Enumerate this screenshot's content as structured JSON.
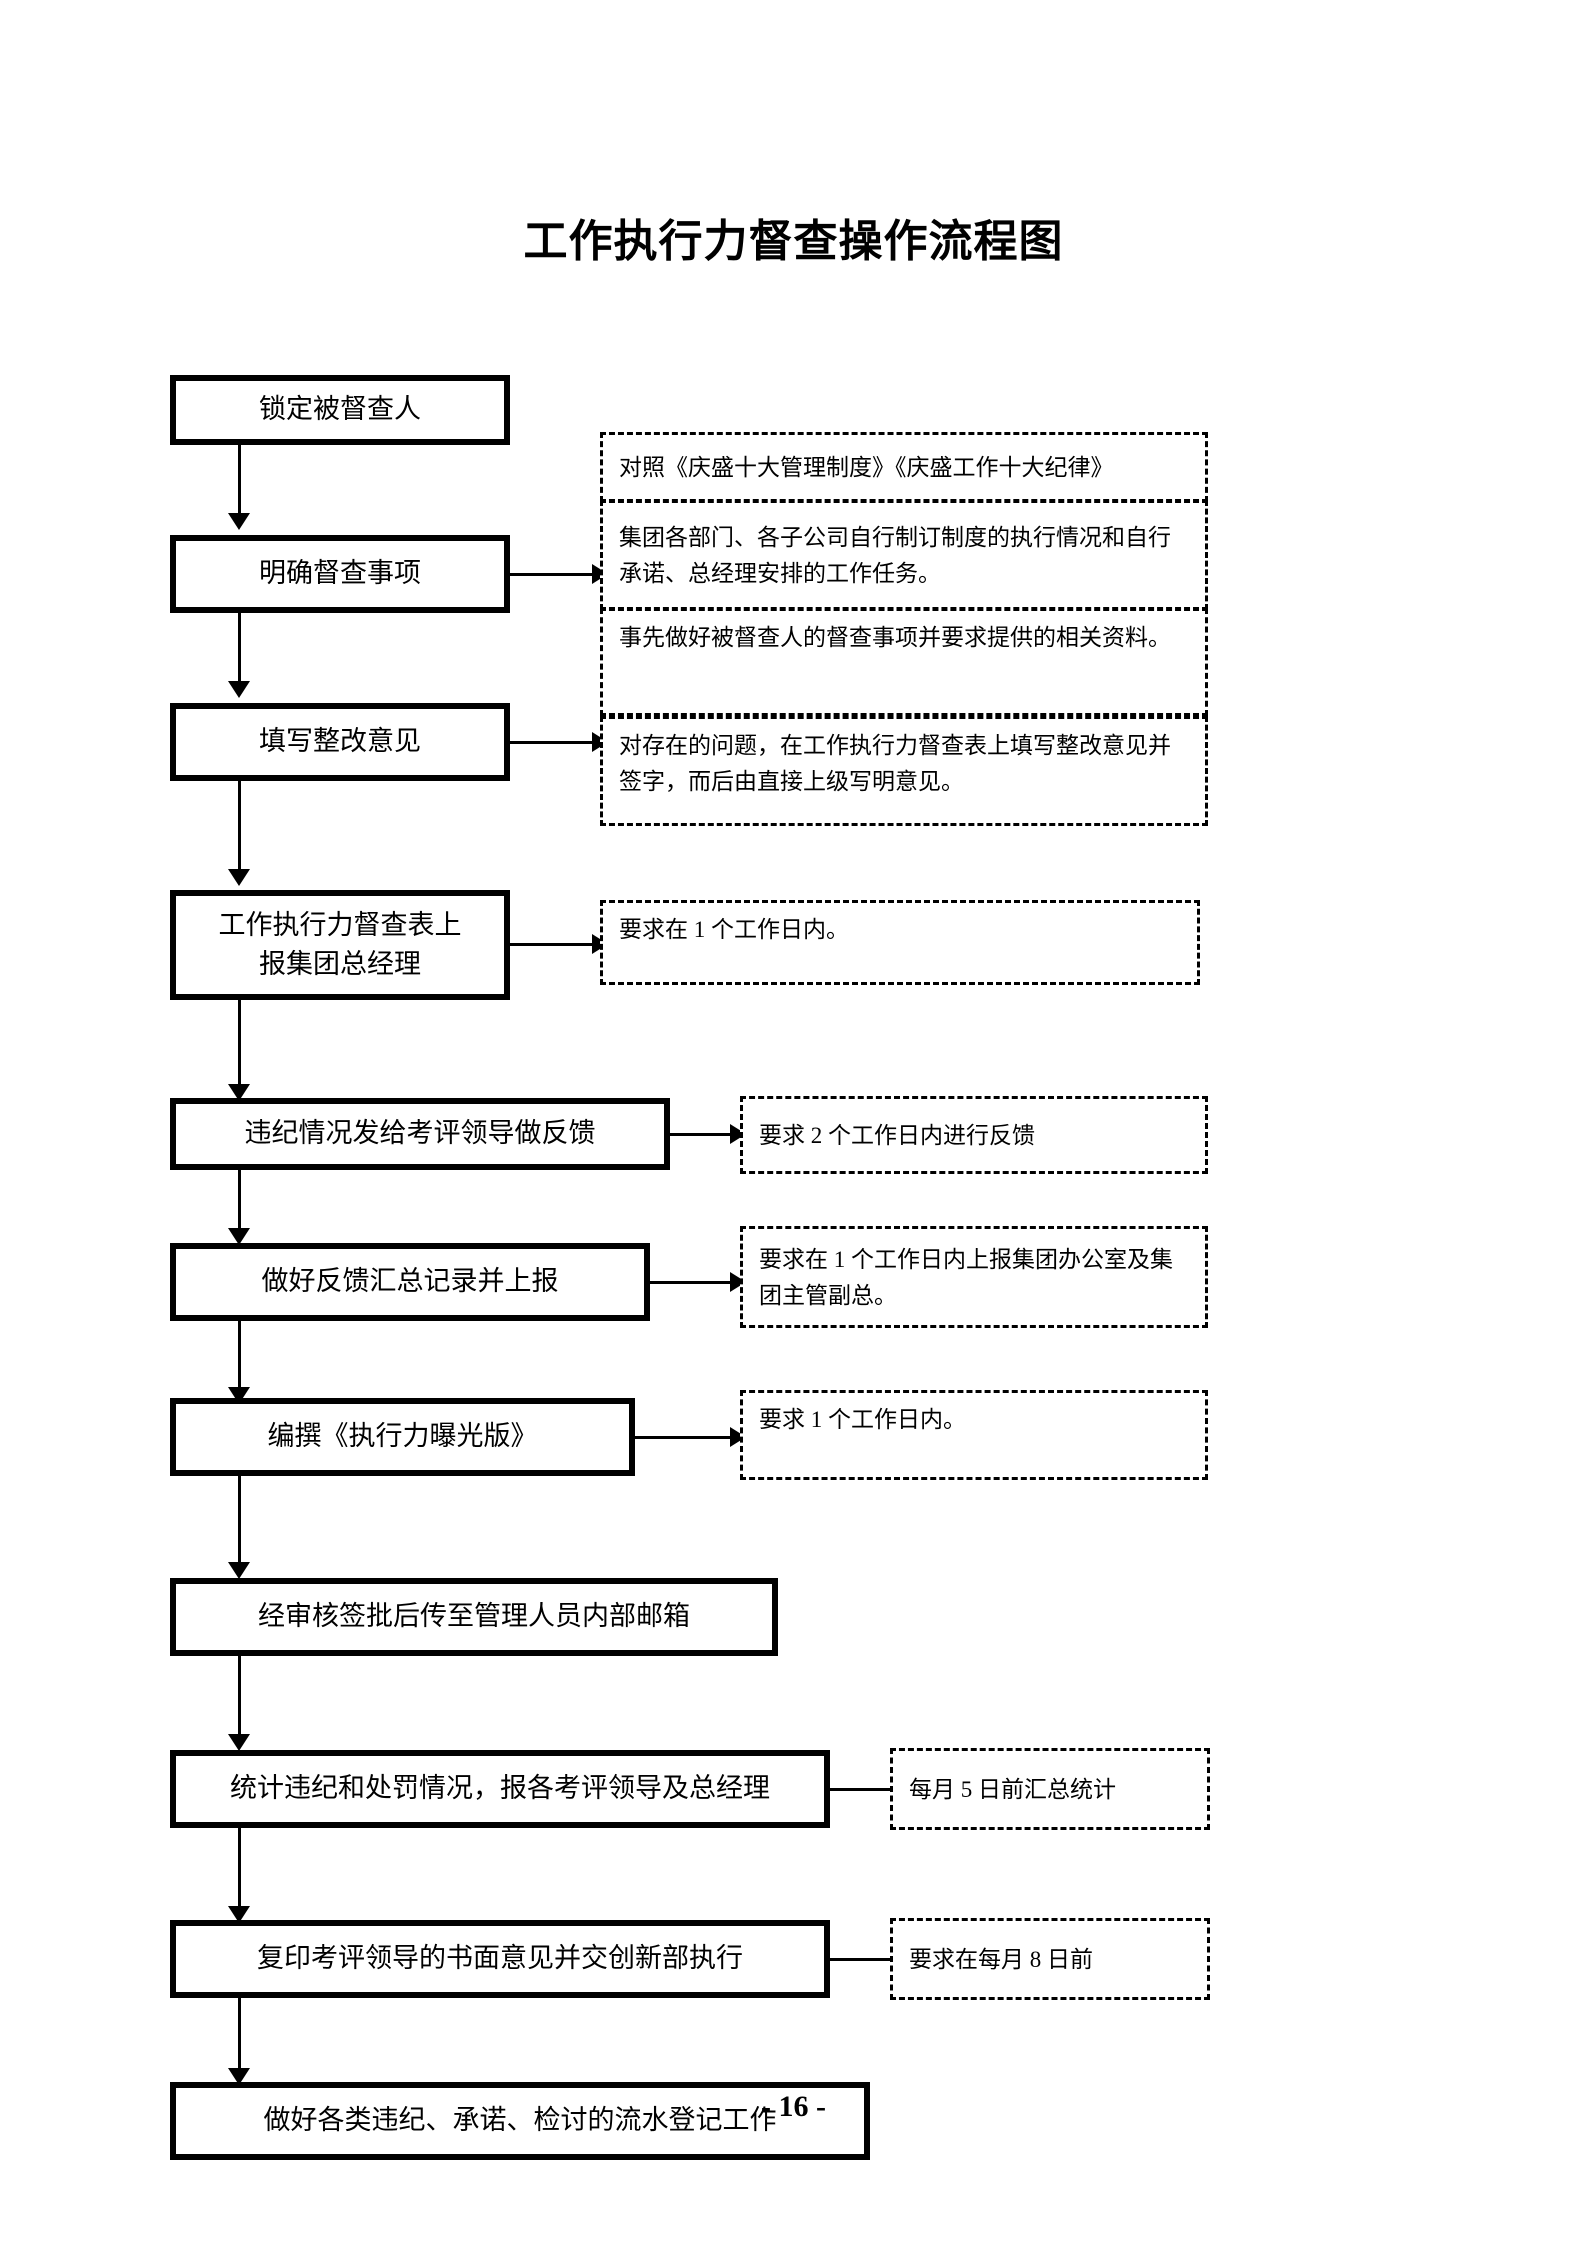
{
  "document": {
    "title": "工作执行力督查操作流程图",
    "page_number": "- 16 -"
  },
  "flow": {
    "steps": [
      {
        "id": "step-1",
        "label": "锁定被督查人"
      },
      {
        "id": "step-2",
        "label": "明确督查事项"
      },
      {
        "id": "step-3",
        "label": "填写整改意见"
      },
      {
        "id": "step-4",
        "label_line1": "工作执行力督查表上",
        "label_line2": "报集团总经理"
      },
      {
        "id": "step-5",
        "label": "违纪情况发给考评领导做反馈"
      },
      {
        "id": "step-6",
        "label": "做好反馈汇总记录并上报"
      },
      {
        "id": "step-7",
        "label": "编撰《执行力曝光版》"
      },
      {
        "id": "step-8",
        "label": "经审核签批后传至管理人员内部邮箱"
      },
      {
        "id": "step-9",
        "label": "统计违纪和处罚情况，报各考评领导及总经理"
      },
      {
        "id": "step-10",
        "label": "复印考评领导的书面意见并交创新部执行"
      },
      {
        "id": "step-11",
        "label": "做好各类违纪、承诺、检讨的流水登记工作"
      }
    ],
    "notes": [
      {
        "id": "note-1",
        "label": "对照《庆盛十大管理制度》《庆盛工作十大纪律》"
      },
      {
        "id": "note-2",
        "label": "集团各部门、各子公司自行制订制度的执行情况和自行承诺、总经理安排的工作任务。"
      },
      {
        "id": "note-3",
        "label": "事先做好被督查人的督查事项并要求提供的相关资料。"
      },
      {
        "id": "note-4",
        "label": "对存在的问题，在工作执行力督查表上填写整改意见并签字，而后由直接上级写明意见。"
      },
      {
        "id": "note-5",
        "label": "要求在 1 个工作日内。"
      },
      {
        "id": "note-6",
        "label": "要求 2 个工作日内进行反馈"
      },
      {
        "id": "note-7",
        "label": "要求在 1 个工作日内上报集团办公室及集团主管副总。"
      },
      {
        "id": "note-8",
        "label": "要求 1 个工作日内。"
      },
      {
        "id": "note-9",
        "label": "每月 5 日前汇总统计"
      },
      {
        "id": "note-10",
        "label": "要求在每月 8 日前"
      }
    ]
  },
  "colors": {
    "ink": "#000000",
    "paper": "#ffffff"
  }
}
